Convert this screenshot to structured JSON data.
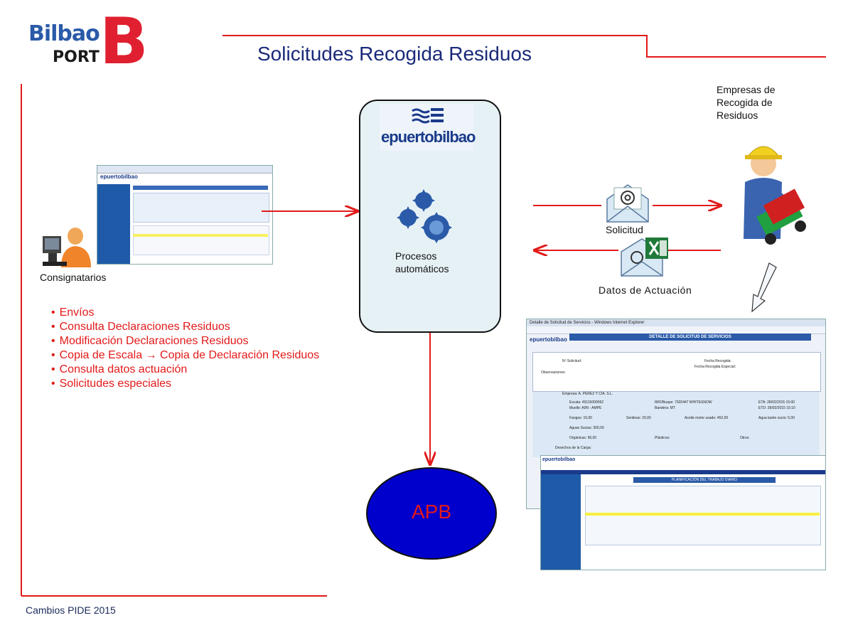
{
  "logo": {
    "word1": "Bilbao",
    "word2": "PORT",
    "mark": "B"
  },
  "title": "Solicitudes Recogida Residuos",
  "central_box": {
    "brand": "epuertobilbao",
    "process_label_line1": "Procesos",
    "process_label_line2": "automáticos"
  },
  "consignatarios_label": "Consignatarios",
  "empresas_label": [
    "Empresas de",
    "Recogida de",
    "Residuos"
  ],
  "solicitud_label": "Solicitud",
  "datos_label": "Datos de Actuación",
  "apb_label": "APB",
  "bullets": [
    "Envíos",
    "Consulta Declaraciones Residuos",
    "Modificación Declaraciones Residuos",
    "Copia de Escala → Copia de Declaración Residuos",
    "Consulta datos actuación",
    "Solicitudes especiales"
  ],
  "footer": "Cambios PIDE 2015",
  "right_screenshot": {
    "window_title": "Detalle de Solicitud de Servicios - Windows Internet Explorer",
    "header": "DETALLE DE SOLICITUD DE SERVICIOS",
    "brand": "epuertobilbao",
    "brand_small": "epuertobilbao",
    "fields": {
      "n_solicitud": "Nº Solicitud:",
      "fecha_recogida": "Fecha Recogida:",
      "fecha_especial": "Fecha Recogida Especial:",
      "observaciones": "Observaciones:",
      "empresa": "Empresa: A. PEREZ Y CIA. S.L.",
      "escala": "Escala: 49115000062",
      "imo": "IMO/Buque: 7920447 WHITESNOW",
      "eta": "ETA: 28/02/2015 15:00",
      "muelle": "Muelle: A9N - AMPE",
      "bandera": "Bandera: MT",
      "etd": "ETD: 28/02/2015 15:10",
      "fangos": "Fangos: 15,00",
      "sentinas": "Sentinas: 20,00",
      "aceite": "Aceite motor usado: 452,00",
      "agua_lastre": "Agua lastre sucio: 5,00",
      "aguas_sucias": "Aguas Sucias: 300,00",
      "organicas": "Orgánicas: 96,00",
      "plasticos": "Plásticos:",
      "otros": "Otros:",
      "desechos": "Desechos de la Carga:"
    },
    "planning_header": "PLANIFICACIÓN DEL TRABAJO DIARIO"
  },
  "colors": {
    "red": "#e21a1a",
    "navy": "#1a2a7a",
    "apb_blue": "#0000cc",
    "box_fill": "#e6f1f6",
    "logo_blue": "#2a5aa8"
  },
  "icons": [
    "user-computer-icon",
    "worker-icon",
    "email-icon",
    "excel-icon",
    "gears-icon",
    "waves-icon"
  ]
}
